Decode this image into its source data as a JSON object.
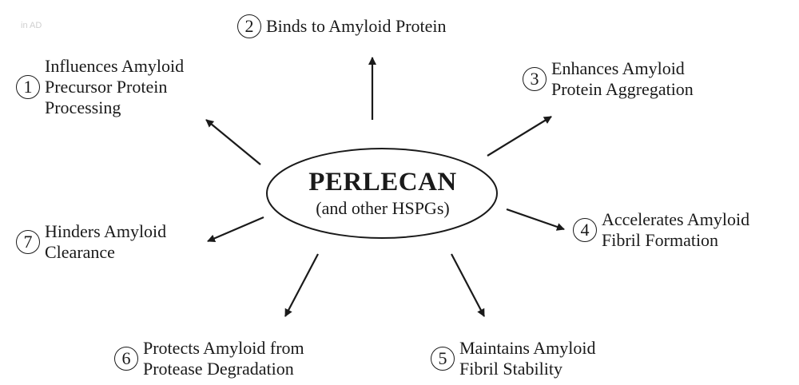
{
  "center": {
    "title": "PERLECAN",
    "subtitle": "(and other HSPGs)"
  },
  "effects": [
    {
      "number": "1",
      "label": "Influences Amyloid\nPrecursor Protein\nProcessing"
    },
    {
      "number": "2",
      "label": "Binds to Amyloid Protein"
    },
    {
      "number": "3",
      "label": "Enhances Amyloid\nProtein Aggregation"
    },
    {
      "number": "4",
      "label": "Accelerates Amyloid\nFibril Formation"
    },
    {
      "number": "5",
      "label": "Maintains Amyloid\nFibril Stability"
    },
    {
      "number": "6",
      "label": "Protects Amyloid from\nProtease Degradation"
    },
    {
      "number": "7",
      "label": "Hinders Amyloid\nClearance"
    }
  ],
  "background_fragments": [
    "in AD"
  ]
}
